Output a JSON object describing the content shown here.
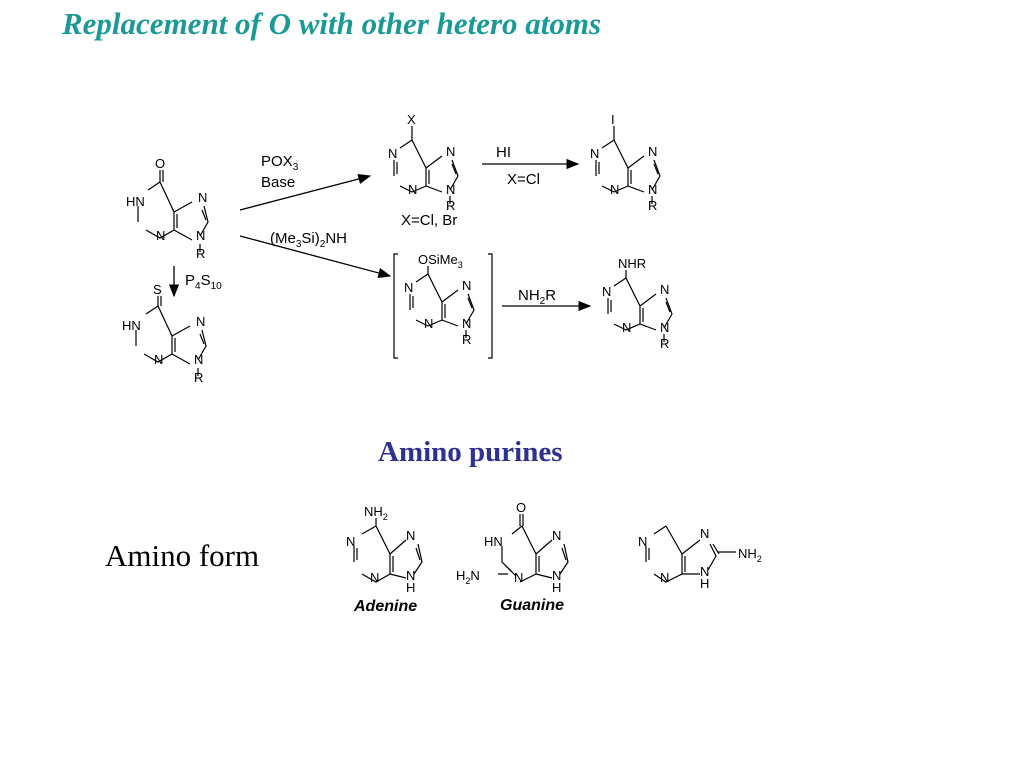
{
  "title": "Replacement of O with other hetero atoms",
  "subtitle": "Amino purines",
  "amino_form_label": "Amino form",
  "compound_names": {
    "adenine": "Adenine",
    "guanine": "Guanine"
  },
  "reagents": {
    "pox3": "POX",
    "pox3_sub": "3",
    "base": "Base",
    "hi": "HI",
    "x_cl": "X=Cl",
    "x_cl_br": "X=Cl, Br",
    "me3si_a": "(Me",
    "me3si_sub1": "3",
    "me3si_b": "Si)",
    "me3si_sub2": "2",
    "me3si_c": "NH",
    "p4s10_a": "P",
    "p4s10_sub1": "4",
    "p4s10_b": "S",
    "p4s10_sub2": "10",
    "nh2r_a": "NH",
    "nh2r_sub": "2",
    "nh2r_b": "R"
  },
  "atoms": {
    "O": "O",
    "S": "S",
    "X": "X",
    "I": "I",
    "N": "N",
    "R": "R",
    "H": "H",
    "HN": "HN",
    "NHR": "NHR",
    "osime3": "OSiMe",
    "sub3": "3",
    "NH2": "NH",
    "H2N": "H",
    "sub2": "2",
    "N_suffix": "N"
  },
  "colors": {
    "title": "#1a9a96",
    "subtitle": "#2e3192"
  }
}
